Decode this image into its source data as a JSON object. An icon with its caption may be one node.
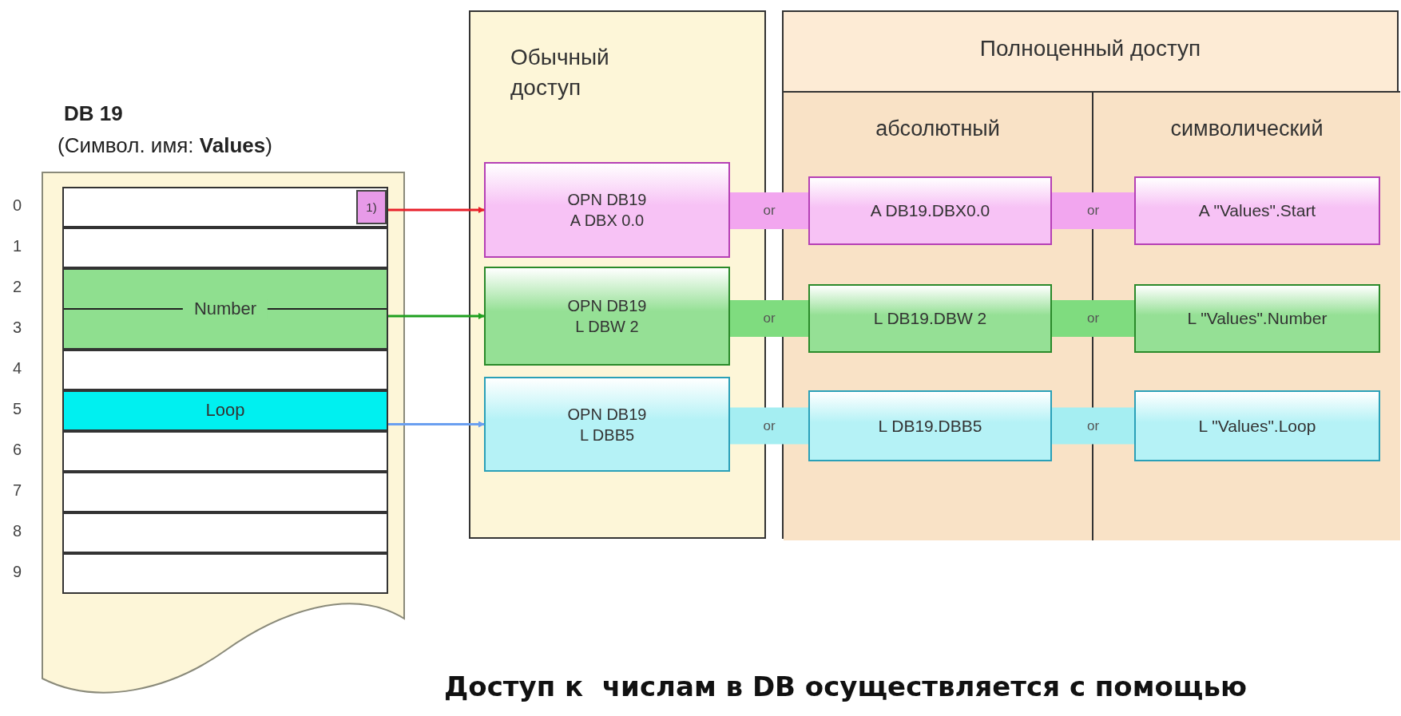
{
  "diagram": {
    "caption": "Доступ к  числам в DB осуществляется с помощью",
    "nodes": [
      {
        "text": [
          "DB 19",
          "(Символ. имя: **Values**)"
        ]
      },
      {
        "text": [],
        "shape": "box",
        "in": 0
      },
      {
        "text": [
          "1)"
        ],
        "in": 1
      },
      {
        "text": [],
        "shape": "box",
        "in": 0
      },
      {
        "text": [
          "Number"
        ],
        "in": 0
      },
      {
        "text": [],
        "shape": "box",
        "in": 0
      },
      {
        "text": [
          "Loop"
        ],
        "in": 0
      },
      {
        "text": [],
        "shape": "box",
        "in": 0
      },
      {
        "text": [],
        "shape": "box",
        "in": 0
      },
      {
        "text": [],
        "shape": "box",
        "in": 0
      },
      {
        "text": [],
        "shape": "box",
        "in": 0
      },
      {
        "text": [
          "Обычный доступ"
        ]
      },
      {
        "text": [
          "OPN DB19 A DBX 0.0"
        ],
        "in": 11
      },
      {
        "text": [
          "OPN DB19 L DBW 2"
        ],
        "in": 11
      },
      {
        "text": [
          "OPN DB19 L DBB5"
        ],
        "in": 11
      },
      {
        "text": [
          "Полноценный доступ"
        ]
      },
      {
        "text": [
          "абсолютный"
        ],
        "in": 15
      },
      {
        "text": [
          "символический"
        ],
        "in": 15
      },
      {
        "text": [
          "A DB19.DBX0.0"
        ],
        "in": 16
      },
      {
        "text": [
          "L DB19.DBW 2"
        ],
        "in": 16
      },
      {
        "text": [
          "L DB19.DBB5"
        ],
        "in": 16
      },
      {
        "text": [
          "A \"Values\".Start"
        ],
        "in": 17
      },
      {
        "text": [
          "L \"Values\".Number"
        ],
        "in": 17
      },
      {
        "text": [
          "L \"Values\".Loop"
        ],
        "in": 17
      }
    ],
    "edges": [
      {
        "from": 1,
        "to": 12,
        "arrow": "to",
        "color": "#e8202a"
      },
      {
        "from": 4,
        "to": 13,
        "arrow": "to",
        "color": "#1fa01f"
      },
      {
        "from": 6,
        "to": 14,
        "arrow": "to",
        "color": "#6a9ff0"
      },
      {
        "from": 12,
        "to": 18,
        "arrow": "none",
        "label": "or",
        "color": "#f2a6ef"
      },
      {
        "from": 18,
        "to": 21,
        "arrow": "none",
        "label": "or",
        "color": "#f2a6ef"
      },
      {
        "from": 13,
        "to": 19,
        "arrow": "none",
        "label": "or",
        "color": "#7fdc7f"
      },
      {
        "from": 19,
        "to": 22,
        "arrow": "none",
        "label": "or",
        "color": "#7fdc7f"
      },
      {
        "from": 14,
        "to": 20,
        "arrow": "none",
        "label": "or",
        "color": "#a5eef2"
      },
      {
        "from": 20,
        "to": 23,
        "arrow": "none",
        "label": "or",
        "color": "#a5eef2"
      }
    ],
    "labels": [
      "0",
      "1",
      "2",
      "3",
      "4",
      "5",
      "6",
      "7",
      "8",
      "9"
    ]
  }
}
